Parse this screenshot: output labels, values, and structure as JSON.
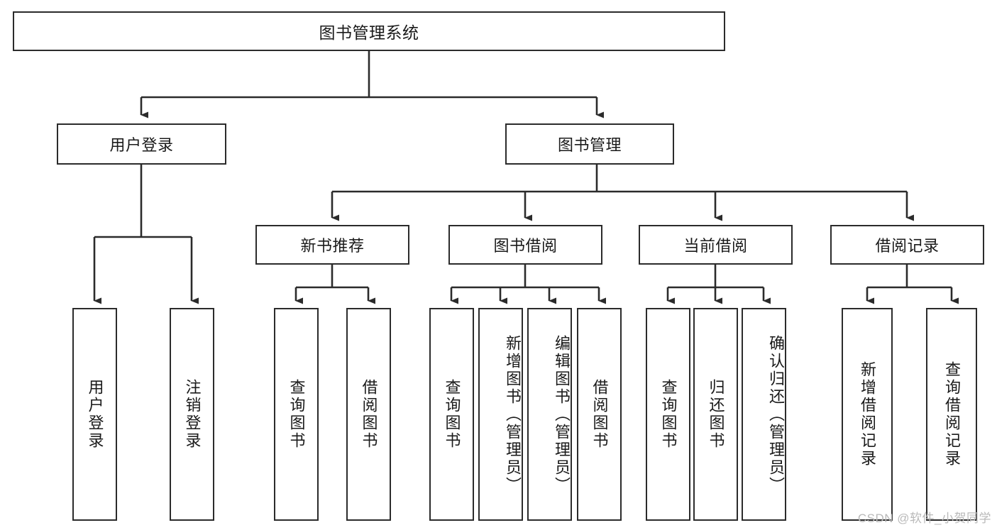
{
  "diagram": {
    "title": "图书管理系统",
    "type": "hierarchy-tree",
    "background_color": "#ffffff",
    "line_color": "#2b2b2b",
    "text_color": "#1a1a1a",
    "root": {
      "id": "root",
      "label": "图书管理系统"
    },
    "level2": [
      {
        "id": "user-login",
        "label": "用户登录"
      },
      {
        "id": "book-management",
        "label": "图书管理"
      }
    ],
    "level3": [
      {
        "id": "new-book-recommend",
        "label": "新书推荐",
        "parent": "book-management"
      },
      {
        "id": "book-borrow",
        "label": "图书借阅",
        "parent": "book-management"
      },
      {
        "id": "current-borrow",
        "label": "当前借阅",
        "parent": "book-management"
      },
      {
        "id": "borrow-record",
        "label": "借阅记录",
        "parent": "book-management"
      }
    ],
    "leaves": {
      "user-login": [
        {
          "id": "leaf-user-login",
          "label": "用户登录"
        },
        {
          "id": "leaf-logout-login",
          "label": "注销登录"
        }
      ],
      "new-book-recommend": [
        {
          "id": "leaf-query-book-1",
          "label": "查询图书"
        },
        {
          "id": "leaf-borrow-book-1",
          "label": "借阅图书"
        }
      ],
      "book-borrow": [
        {
          "id": "leaf-query-book-2",
          "label": "查询图书"
        },
        {
          "id": "leaf-add-book",
          "label": "新增图书（管理员）"
        },
        {
          "id": "leaf-edit-book",
          "label": "编辑图书（管理员）"
        },
        {
          "id": "leaf-borrow-book-2",
          "label": "借阅图书"
        }
      ],
      "current-borrow": [
        {
          "id": "leaf-query-book-3",
          "label": "查询图书"
        },
        {
          "id": "leaf-return-book",
          "label": "归还图书"
        },
        {
          "id": "leaf-confirm-return",
          "label": "确认归还（管理员）"
        }
      ],
      "borrow-record": [
        {
          "id": "leaf-add-record",
          "label": "新增借阅记录"
        },
        {
          "id": "leaf-query-record",
          "label": "查询借阅记录"
        }
      ]
    }
  },
  "watermark": {
    "text": "CSDN @软件_小贺同学"
  }
}
